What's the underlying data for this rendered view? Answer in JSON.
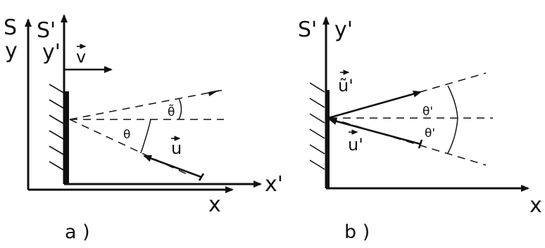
{
  "panel_a": {
    "frame_S": "S",
    "axis_y": "y",
    "frame_S_prime": "S'",
    "axis_y_prime": "y'",
    "velocity": "v",
    "angle_theta_tilde": "θ̃",
    "angle_theta": "θ",
    "vector_u": "u",
    "axis_x_prime": "x'",
    "axis_x": "x",
    "caption": "a )"
  },
  "panel_b": {
    "frame_S_prime": "S'",
    "axis_y_prime": "y'",
    "vector_u_tilde_prime": "ũ'",
    "angle_theta_prime_upper": "θ'",
    "angle_theta_prime_lower": "θ'",
    "vector_u_prime": "u'",
    "axis_x": "x",
    "caption": "b )"
  }
}
